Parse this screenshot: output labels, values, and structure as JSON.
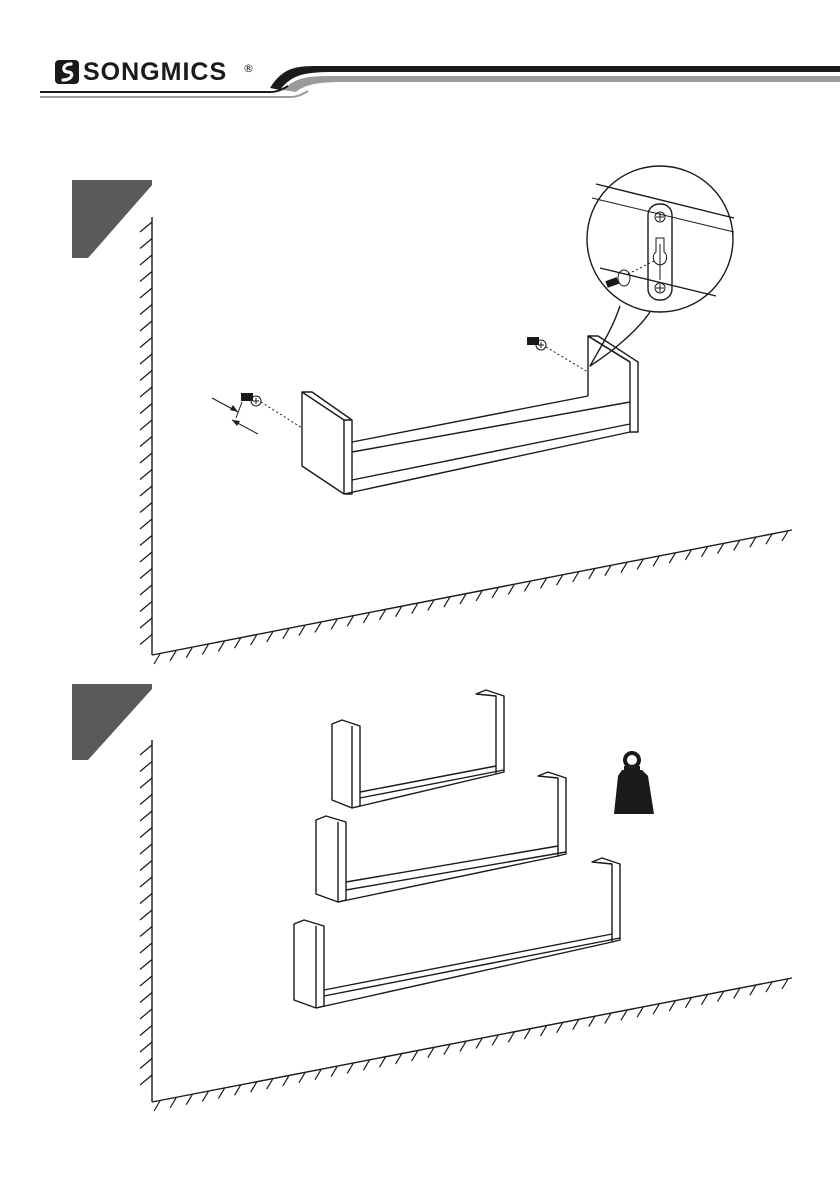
{
  "header": {
    "brand_name": "SONGMICS",
    "brand_mark": "®"
  },
  "steps": [
    {
      "marker": "step-marker-1"
    },
    {
      "marker": "step-marker-2"
    }
  ],
  "icons": {
    "logo": "songmics-logo-icon",
    "weight": "weight-load-icon",
    "screw": "screw-icon",
    "keyhole_bracket": "keyhole-bracket-icon"
  },
  "colors": {
    "ink": "#1a1a1a",
    "step_marker": "#5a5a5a",
    "header_band": "#1a1a1a",
    "header_grey": "#9a9a9a"
  }
}
